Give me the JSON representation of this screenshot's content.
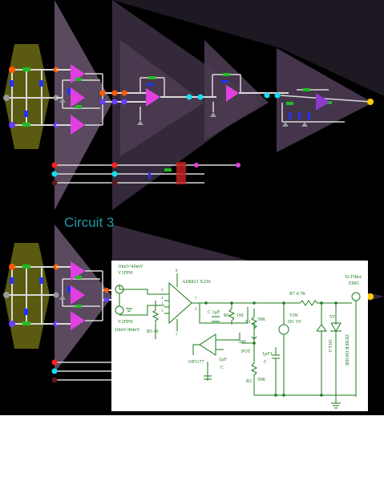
{
  "section_label": "Circuit 3",
  "schematic": {
    "input_top": [
      "10mV/40mV",
      "V1FPH"
    ],
    "input_bottom": [
      "V2FPH",
      "10mV/40mV"
    ],
    "amp_label": "AD8421 X250",
    "pins": [
      "8",
      "2",
      "4",
      "1",
      "3",
      "7",
      "5",
      "6"
    ],
    "r5": "R5 40",
    "c_top": "C 1µF",
    "r6": "R6",
    "r6_val": "1M",
    "opamp": "OP1177",
    "r1": "R1",
    "r1_val": "50K",
    "pot_val": "50K",
    "pot": "POT",
    "c_bottom": [
      "1µF",
      "C"
    ],
    "c1": [
      "1µF1",
      "C"
    ],
    "r2": "R2",
    "r2_val": "50K",
    "vin": [
      "VIN",
      "DC 5V"
    ],
    "r7": "R7 4.7K",
    "led": "1H LA",
    "zener_v": "5V",
    "zener": "ZENER DIODE",
    "output": [
      "To Filter",
      "EMG"
    ]
  },
  "colors": {
    "background": "#000000",
    "wire": "#d9d9d9",
    "amplifier": "#e040e0",
    "resistor": "#22bb22",
    "capacitor": "#2233ff",
    "node_orange": "#ff5a00",
    "node_red": "#ff2020",
    "node_cyan": "#10e0f0",
    "node_purple": "#6a3cff",
    "node_gray": "#9a9a9a",
    "output_node": "#ffcc00",
    "label": "#1e9aa6",
    "schematic_green": "#1a7a1a"
  }
}
